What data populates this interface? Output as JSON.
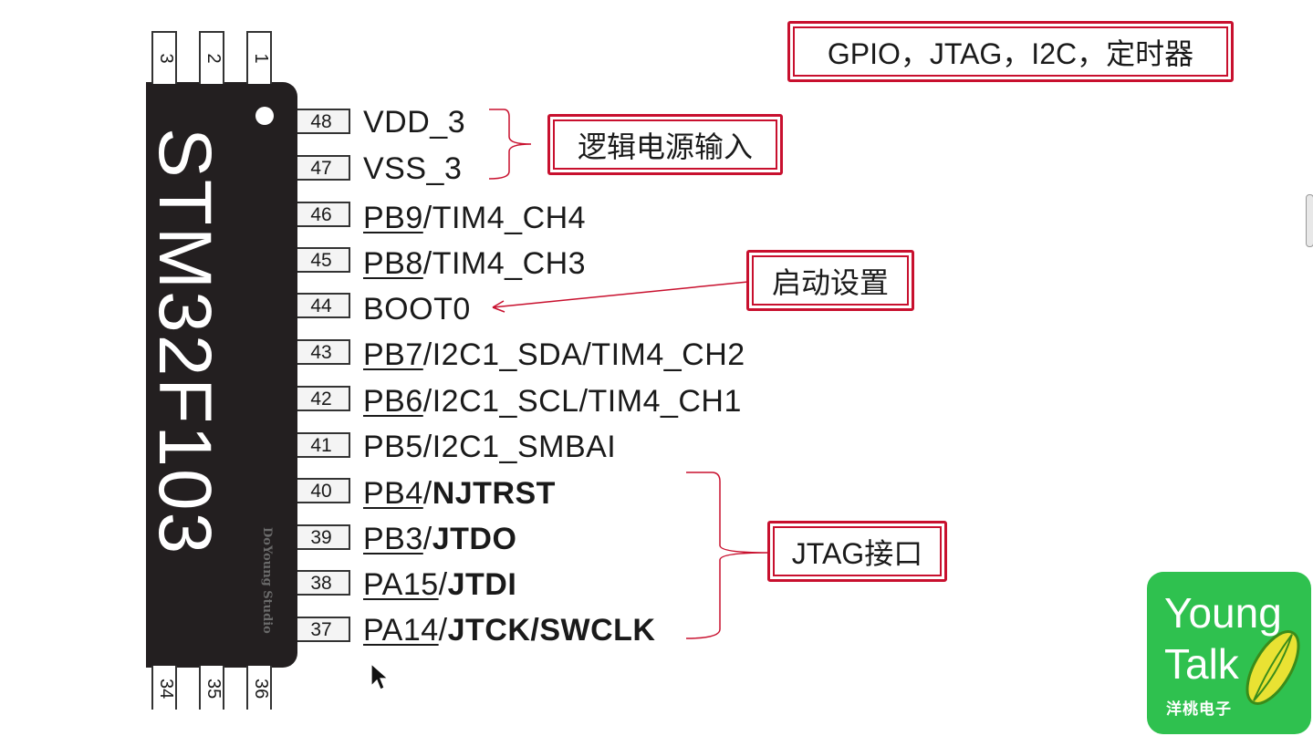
{
  "chip": {
    "name": "STM32F103",
    "brand": "DoYoung Studio"
  },
  "top_pins": [
    "3",
    "2",
    "1"
  ],
  "bottom_pins": [
    "34",
    "35",
    "36"
  ],
  "pins": [
    {
      "num": "48",
      "u": "",
      "plain": "VDD_3",
      "bold": ""
    },
    {
      "num": "47",
      "u": "",
      "plain": "VSS_3",
      "bold": ""
    },
    {
      "num": "46",
      "u": "PB9",
      "plain": "/TIM4_CH4",
      "bold": ""
    },
    {
      "num": "45",
      "u": "PB8",
      "plain": "/TIM4_CH3",
      "bold": ""
    },
    {
      "num": "44",
      "u": "",
      "plain": "BOOT0",
      "bold": ""
    },
    {
      "num": "43",
      "u": "PB7",
      "plain": "/I2C1_SDA/TIM4_CH2",
      "bold": ""
    },
    {
      "num": "42",
      "u": "PB6",
      "plain": "/I2C1_SCL/TIM4_CH1",
      "bold": ""
    },
    {
      "num": "41",
      "u": "",
      "plain": "PB5/I2C1_SMBAI",
      "bold": ""
    },
    {
      "num": "40",
      "u": "PB4",
      "plain": "/",
      "bold": "NJTRST"
    },
    {
      "num": "39",
      "u": "PB3",
      "plain": "/",
      "bold": "JTDO"
    },
    {
      "num": "38",
      "u": "PA15",
      "plain": "/",
      "bold": "JTDI"
    },
    {
      "num": "37",
      "u": "PA14",
      "plain": "/",
      "bold": "JTCK/SWCLK"
    }
  ],
  "annotations": {
    "functions": "GPIO，JTAG，I2C，定时器",
    "power": "逻辑电源输入",
    "boot": "启动设置",
    "jtag": "JTAG接口"
  },
  "colors": {
    "accent": "#c8102e",
    "chip": "#231f20",
    "logo": "#2fc14f"
  },
  "logo": {
    "line1": "Young",
    "line2": "Talk",
    "cn": "洋桃电子"
  }
}
